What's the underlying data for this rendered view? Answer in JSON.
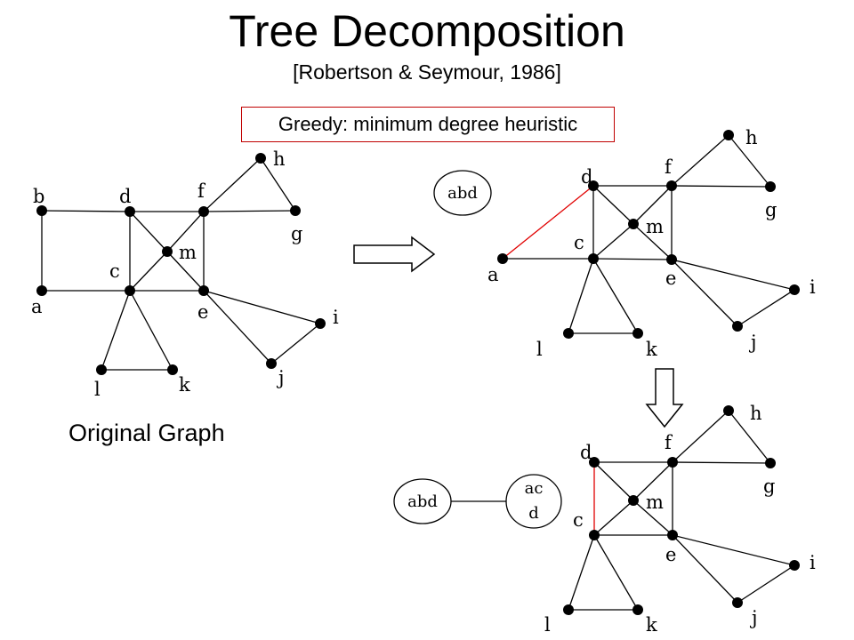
{
  "title": "Tree Decomposition",
  "subtitle": "[Robertson & Seymour, 1986]",
  "heuristic_label": "Greedy: minimum degree heuristic",
  "caption": "Original Graph",
  "colors": {
    "edge": "#000000",
    "highlight_edge": "#e00000",
    "box_border": "#c00000"
  },
  "graphs": {
    "original": {
      "labels": {
        "a": "a",
        "b": "b",
        "c": "c",
        "d": "d",
        "e": "e",
        "f": "f",
        "g": "g",
        "h": "h",
        "i": "i",
        "j": "j",
        "k": "k",
        "l": "l",
        "m": "m"
      },
      "edges": [
        [
          "b",
          "d"
        ],
        [
          "d",
          "f"
        ],
        [
          "f",
          "g"
        ],
        [
          "f",
          "h"
        ],
        [
          "h",
          "g"
        ],
        [
          "a",
          "b"
        ],
        [
          "a",
          "c"
        ],
        [
          "c",
          "e"
        ],
        [
          "d",
          "c"
        ],
        [
          "f",
          "e"
        ],
        [
          "d",
          "m"
        ],
        [
          "m",
          "e"
        ],
        [
          "c",
          "m"
        ],
        [
          "m",
          "f"
        ],
        [
          "c",
          "l"
        ],
        [
          "c",
          "k"
        ],
        [
          "l",
          "k"
        ],
        [
          "e",
          "i"
        ],
        [
          "e",
          "j"
        ],
        [
          "j",
          "i"
        ]
      ]
    },
    "step1": {
      "labels": {
        "a": "a",
        "c": "c",
        "d": "d",
        "e": "e",
        "f": "f",
        "g": "g",
        "h": "h",
        "i": "i",
        "j": "j",
        "k": "k",
        "l": "l",
        "m": "m"
      },
      "edges": [
        [
          "d",
          "f"
        ],
        [
          "f",
          "g"
        ],
        [
          "f",
          "h"
        ],
        [
          "h",
          "g"
        ],
        [
          "a",
          "c"
        ],
        [
          "c",
          "e"
        ],
        [
          "d",
          "c"
        ],
        [
          "f",
          "e"
        ],
        [
          "d",
          "m"
        ],
        [
          "m",
          "e"
        ],
        [
          "c",
          "m"
        ],
        [
          "m",
          "f"
        ],
        [
          "c",
          "l"
        ],
        [
          "c",
          "k"
        ],
        [
          "l",
          "k"
        ],
        [
          "e",
          "i"
        ],
        [
          "e",
          "j"
        ],
        [
          "j",
          "i"
        ]
      ],
      "highlight_edges": [
        [
          "a",
          "d"
        ]
      ],
      "bags": [
        "abd"
      ]
    },
    "step2": {
      "labels": {
        "c": "c",
        "d": "d",
        "e": "e",
        "f": "f",
        "g": "g",
        "h": "h",
        "i": "i",
        "j": "j",
        "k": "k",
        "l": "l",
        "m": "m"
      },
      "edges": [
        [
          "d",
          "f"
        ],
        [
          "f",
          "g"
        ],
        [
          "f",
          "h"
        ],
        [
          "h",
          "g"
        ],
        [
          "c",
          "e"
        ],
        [
          "f",
          "e"
        ],
        [
          "d",
          "m"
        ],
        [
          "m",
          "e"
        ],
        [
          "c",
          "m"
        ],
        [
          "m",
          "f"
        ],
        [
          "c",
          "l"
        ],
        [
          "c",
          "k"
        ],
        [
          "l",
          "k"
        ],
        [
          "e",
          "i"
        ],
        [
          "e",
          "j"
        ],
        [
          "j",
          "i"
        ]
      ],
      "highlight_edges": [
        [
          "d",
          "c"
        ]
      ],
      "bags": [
        "abd",
        "ac",
        "d"
      ]
    }
  }
}
